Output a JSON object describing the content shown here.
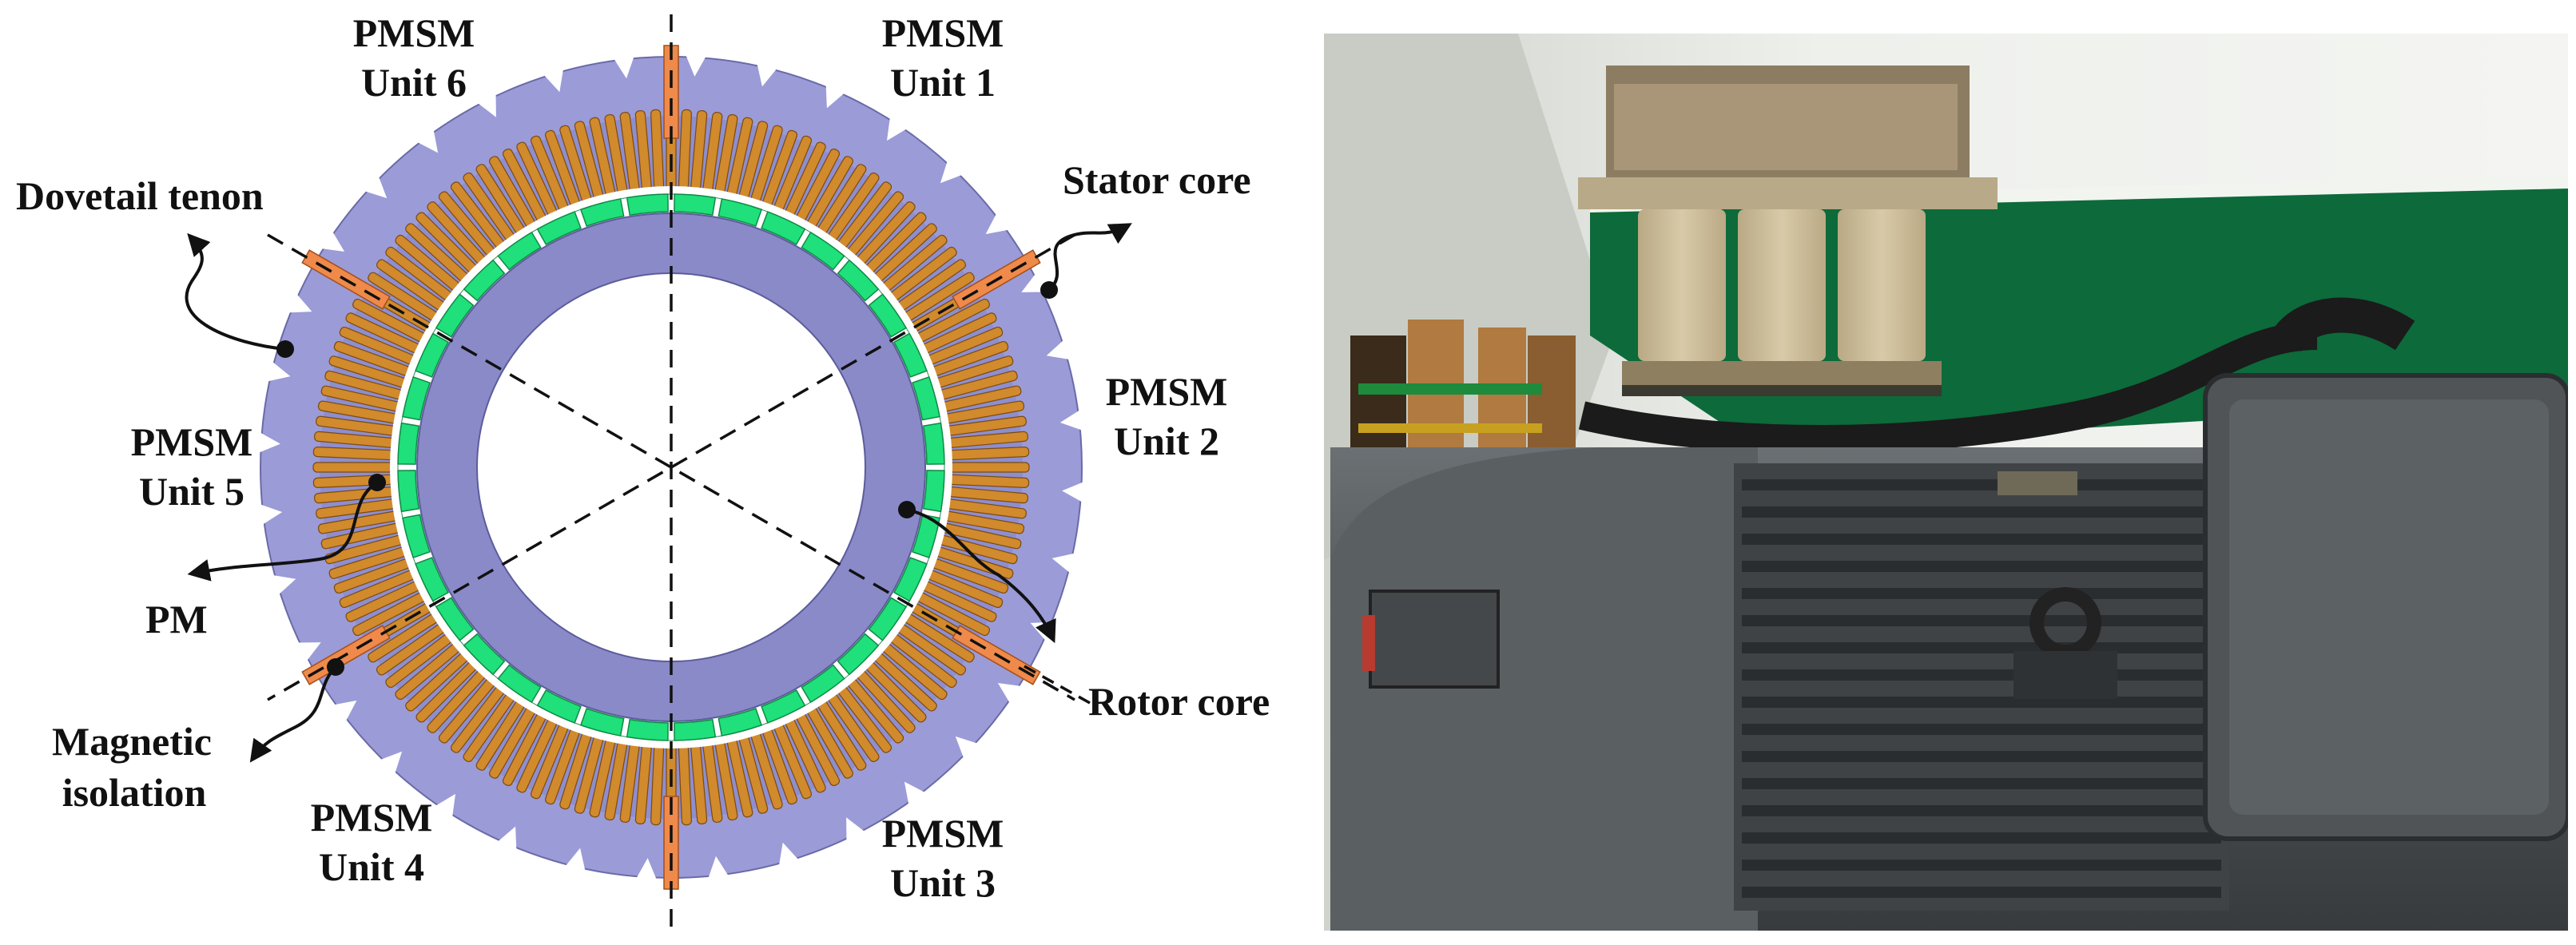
{
  "diagram": {
    "units": [
      {
        "line1": "PMSM",
        "line2": "Unit 1"
      },
      {
        "line1": "PMSM",
        "line2": "Unit 2"
      },
      {
        "line1": "PMSM",
        "line2": "Unit 3"
      },
      {
        "line1": "PMSM",
        "line2": "Unit 4"
      },
      {
        "line1": "PMSM",
        "line2": "Unit 5"
      },
      {
        "line1": "PMSM",
        "line2": "Unit 6"
      }
    ],
    "callouts": {
      "dovetail_tenon": "Dovetail tenon",
      "stator_core": "Stator core",
      "rotor_core": "Rotor core",
      "pm": "PM",
      "magnetic_isolation_line1": "Magnetic",
      "magnetic_isolation_line2": "isolation"
    },
    "colors": {
      "stator": "#9b9bd8",
      "rotor": "#8a8ac9",
      "magnet": "#1fe07a",
      "winding": "#d18a2c",
      "isolation": "#ef8a4a"
    }
  },
  "photo": {
    "subject": "motor-test-bench-photo",
    "colors": {
      "wall": "#e9ece6",
      "floor": "#0d6a3a",
      "motor": "#4b4f52",
      "transformer": "#c6b692"
    }
  }
}
